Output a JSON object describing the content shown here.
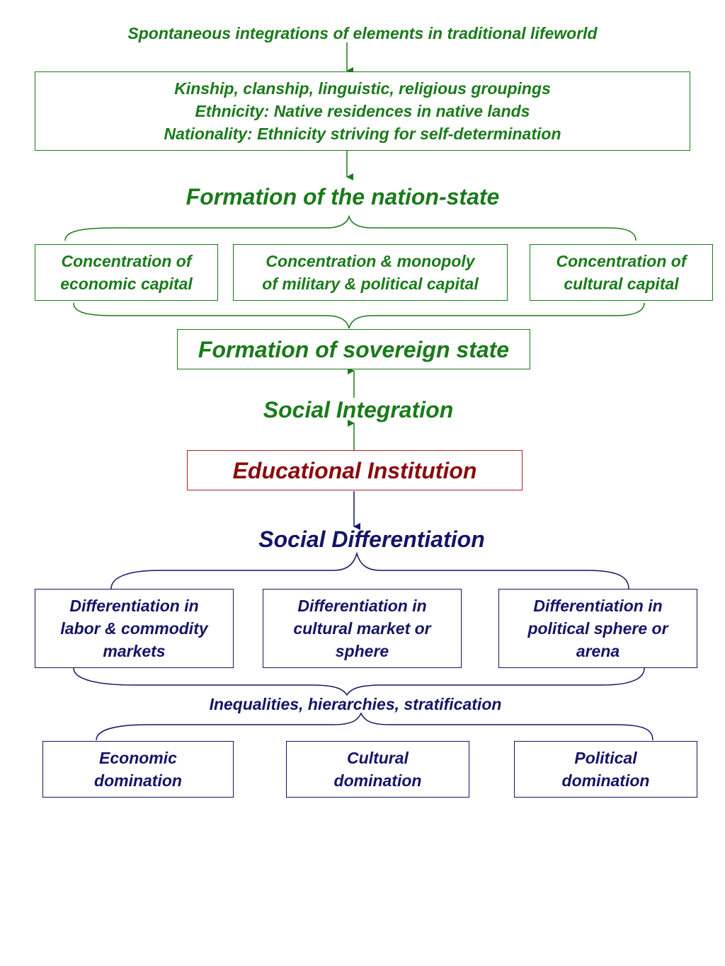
{
  "top_caption": "Spontaneous integrations of elements in traditional lifeworld",
  "groupings_box": [
    "Kinship, clanship, linguistic, religious groupings",
    "Ethnicity: Native residences in native lands",
    "Nationality: Ethnicity striving for self-determination"
  ],
  "nation_state_title": "Formation of the nation-state",
  "capital_boxes": [
    [
      "Concentration of",
      "economic capital"
    ],
    [
      "Concentration & monopoly",
      "of military & political capital"
    ],
    [
      "Concentration of",
      "cultural capital"
    ]
  ],
  "sovereign_state_box": "Formation of sovereign state",
  "social_integration": "Social Integration",
  "educational_institution_box": "Educational Institution",
  "social_differentiation": "Social Differentiation",
  "differentiation_boxes": [
    [
      "Differentiation in",
      "labor & commodity",
      "markets"
    ],
    [
      "Differentiation in",
      "cultural market or",
      "sphere"
    ],
    [
      "Differentiation in",
      "political sphere or",
      "arena"
    ]
  ],
  "inequalities_caption": "Inequalities, hierarchies, stratification",
  "domination_boxes": [
    [
      "Economic",
      "domination"
    ],
    [
      "Cultural",
      "domination"
    ],
    [
      "Political",
      "domination"
    ]
  ],
  "colors": {
    "green": "#1a7a1a",
    "navy": "#141466",
    "red": "#8b0a0a"
  }
}
